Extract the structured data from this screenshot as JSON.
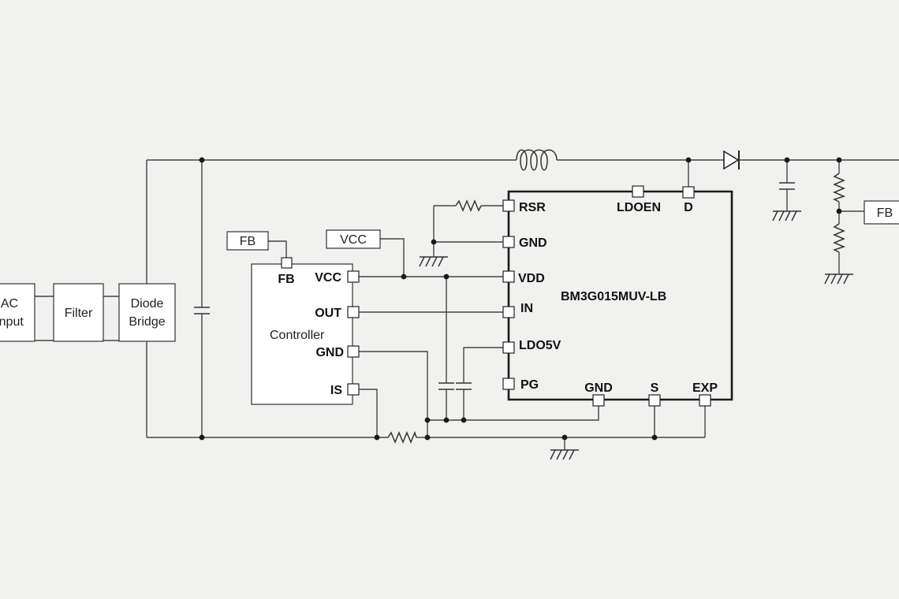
{
  "blocks": {
    "ac_input": [
      "AC",
      "Input"
    ],
    "filter": "Filter",
    "diode_bridge": [
      "Diode",
      "Bridge"
    ]
  },
  "controller": {
    "label": "Controller",
    "pins": {
      "fb": "FB",
      "vcc": "VCC",
      "out": "OUT",
      "gnd": "GND",
      "is": "IS"
    }
  },
  "tags": {
    "fb_left": "FB",
    "vcc": "VCC",
    "fb_right": "FB"
  },
  "ic": {
    "name": "BM3G015MUV-LB",
    "pins": {
      "rsr": "RSR",
      "gnd_left": "GND",
      "vdd": "VDD",
      "in": "IN",
      "ldo5v": "LDO5V",
      "pg": "PG",
      "ldoen": "LDOEN",
      "d": "D",
      "gnd_bottom": "GND",
      "s": "S",
      "exp": "EXP"
    }
  }
}
